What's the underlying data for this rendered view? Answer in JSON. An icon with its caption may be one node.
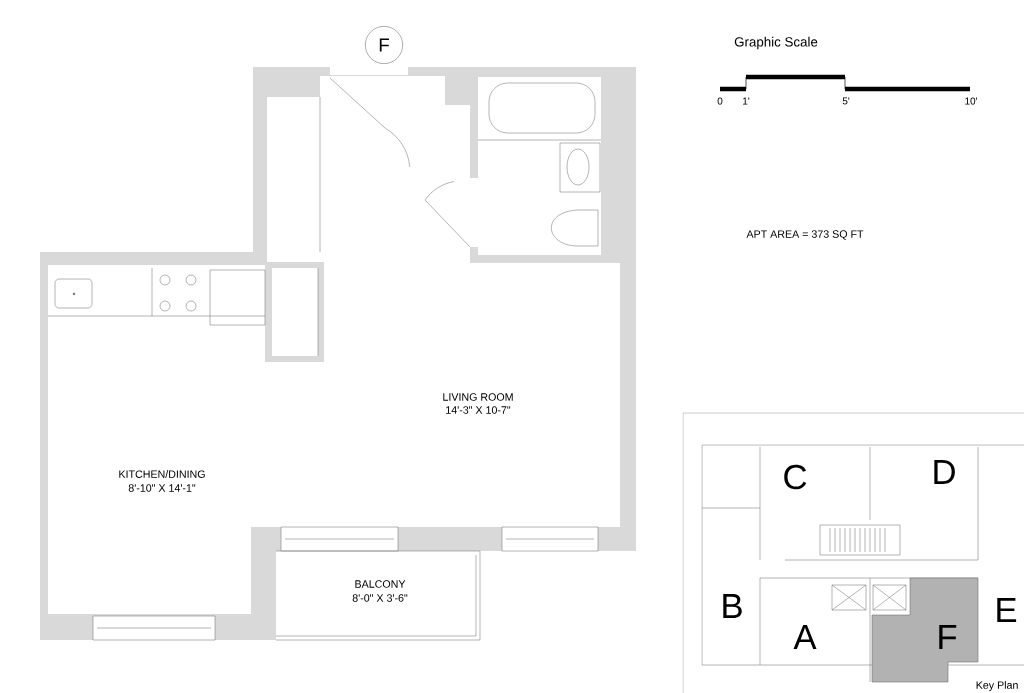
{
  "diagram": {
    "nodes": [
      {
        "text": [
          "F"
        ]
      }
    ],
    "edges": [],
    "labels": [
      "Graphic Scale",
      "0",
      "1'",
      "5'",
      "10'",
      "APT AREA = 373 SQ FT",
      "LIVING ROOM",
      "14'-3\" X 10-7\"",
      "KITCHEN/DINING",
      "8'-10\" X 14'-1\"",
      "BALCONY",
      "8'-0\" X 3'-6\"",
      "C",
      "D",
      "B",
      "E",
      "A",
      "F",
      "Key Plan"
    ]
  }
}
